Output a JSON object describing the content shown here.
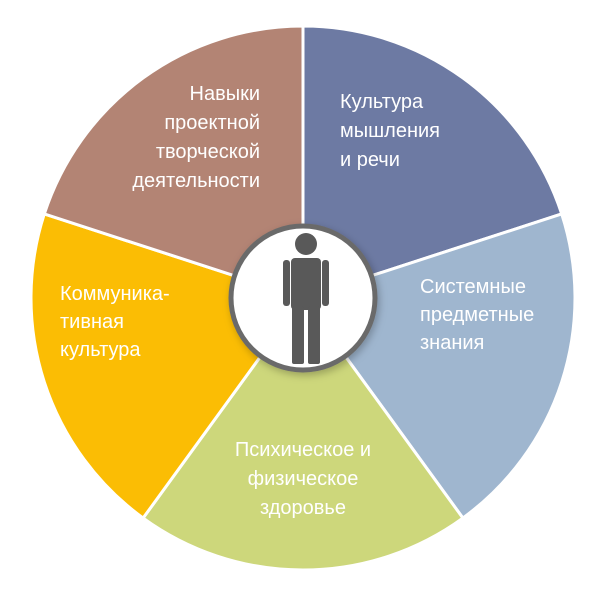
{
  "diagram": {
    "segments": [
      {
        "id": "culture-of-thinking",
        "lines": [
          "Культура",
          "мышления",
          "и речи"
        ],
        "color": "#6d7aa3",
        "align": "start"
      },
      {
        "id": "systemic-knowledge",
        "lines": [
          "Системные",
          "предметные",
          "знания"
        ],
        "color": "#9fb6cf",
        "align": "start"
      },
      {
        "id": "mental-physical-health",
        "lines": [
          "Психическое и",
          "физическое",
          "здоровье"
        ],
        "color": "#cdd77b",
        "align": "middle"
      },
      {
        "id": "communicative-culture",
        "lines": [
          "Коммуника-",
          "тивная",
          "культура"
        ],
        "color": "#fbbd04",
        "align": "start"
      },
      {
        "id": "project-creative-skills",
        "lines": [
          "Навыки",
          "проектной",
          "творческой",
          "деятельности"
        ],
        "color": "#b38474",
        "align": "end"
      }
    ],
    "center": {
      "icon": "person-icon",
      "icon_color": "#595959",
      "ring_color": "#6b6b6b",
      "fill": "#ffffff"
    }
  }
}
